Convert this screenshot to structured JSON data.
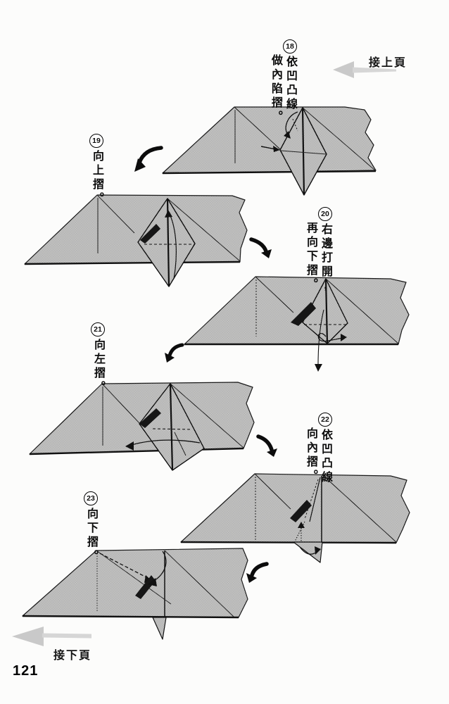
{
  "page": {
    "number": "121",
    "prev_label": "接上頁",
    "next_label": "接下頁"
  },
  "steps": [
    {
      "num": "18",
      "lines": [
        "依凹凸線",
        "做內陷摺。"
      ]
    },
    {
      "num": "19",
      "lines": [
        "向上摺。",
        ""
      ]
    },
    {
      "num": "20",
      "lines": [
        "右邊打開,",
        "再向下摺。"
      ]
    },
    {
      "num": "21",
      "lines": [
        "向左摺。",
        ""
      ]
    },
    {
      "num": "22",
      "lines": [
        "依凹凸線",
        "向內摺。"
      ]
    },
    {
      "num": "23",
      "lines": [
        "向下摺。",
        ""
      ]
    }
  ],
  "colors": {
    "paper_halftone_gray": "#b9b9b9",
    "line_black": "#1a1a1a",
    "nav_arrow_gray": "#c9c9c9"
  }
}
